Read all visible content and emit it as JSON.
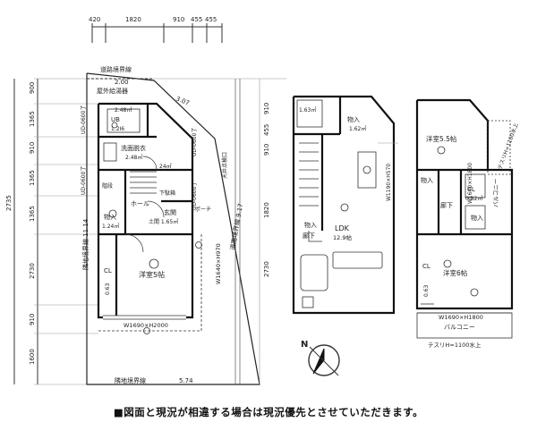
{
  "top_dims": [
    "420",
    "1820",
    "910",
    "455",
    "455"
  ],
  "left_dims": [
    "900",
    "1365",
    "910",
    "1365",
    "1365",
    "2730",
    "910",
    "1600"
  ],
  "left_total": "2735",
  "right_dims_mid": [
    "910",
    "455",
    "910",
    "1820",
    "2730"
  ],
  "boundary": {
    "road_top": "道路境界線",
    "road_top_len": "2.00",
    "diag_len": "3.07",
    "left_vertical": "隣地境界線 11.14",
    "right_vertical": "道路境界線 9.17",
    "bottom_label": "隣地境界線",
    "bottom_len": "5.74"
  },
  "outdoor": {
    "water_heater": "屋外給湯器",
    "ud_labels": [
      "UD-0600了",
      "UD-0600了",
      "UD-0600了",
      "UD-0600了"
    ],
    "eaves": "天井点検口"
  },
  "floor1": {
    "bath": "UB",
    "bath_size": "1.2I6",
    "bath_area": "2.48㎡",
    "wash": "洗面脱衣",
    "wash_area": "2.48㎡",
    "wash_detail": "24㎡",
    "storage_stair": "階段",
    "hall": "ホール",
    "shoe_box": "下駄箱",
    "storage": "物入",
    "storage_area": "1.24㎡",
    "entrance": "玄関",
    "entrance_detail": "土間 1.65㎡",
    "porch": "ポーチ",
    "cl": "CL",
    "cl_area": "0.63",
    "room": "洋室5帖",
    "window_bottom": "W1690×H2000",
    "window_side": "W1640×H970"
  },
  "floor2": {
    "storage": "物入",
    "storage_area": "1.63㎡",
    "hall_label": "廊下",
    "closet": "物入",
    "ldk": "LDK",
    "ldk_area": "12.9帖",
    "window": "W1190×H570",
    "stair_detail": "1.62㎡"
  },
  "floor3": {
    "room_top": "洋室5.5帖",
    "window_top": "W1640×H1800",
    "cl1": "CL",
    "cl1_area": "0.82㎡",
    "storage": "物入",
    "storage2": "物入",
    "corridor": "廊下",
    "room_bottom": "洋室6帖",
    "cl2": "CL",
    "cl2_area": "0.63",
    "window_bottom": "W1690×H1800",
    "balcony": "バルコニー",
    "railing_bottom": "テスリH=1100水上",
    "railing_side": "テスリH=1100水上",
    "balcony_side": "バルコニー"
  },
  "north_label": "N",
  "footnote": "■図面と現況が相違する場合は現況優先とさせていただきます。"
}
